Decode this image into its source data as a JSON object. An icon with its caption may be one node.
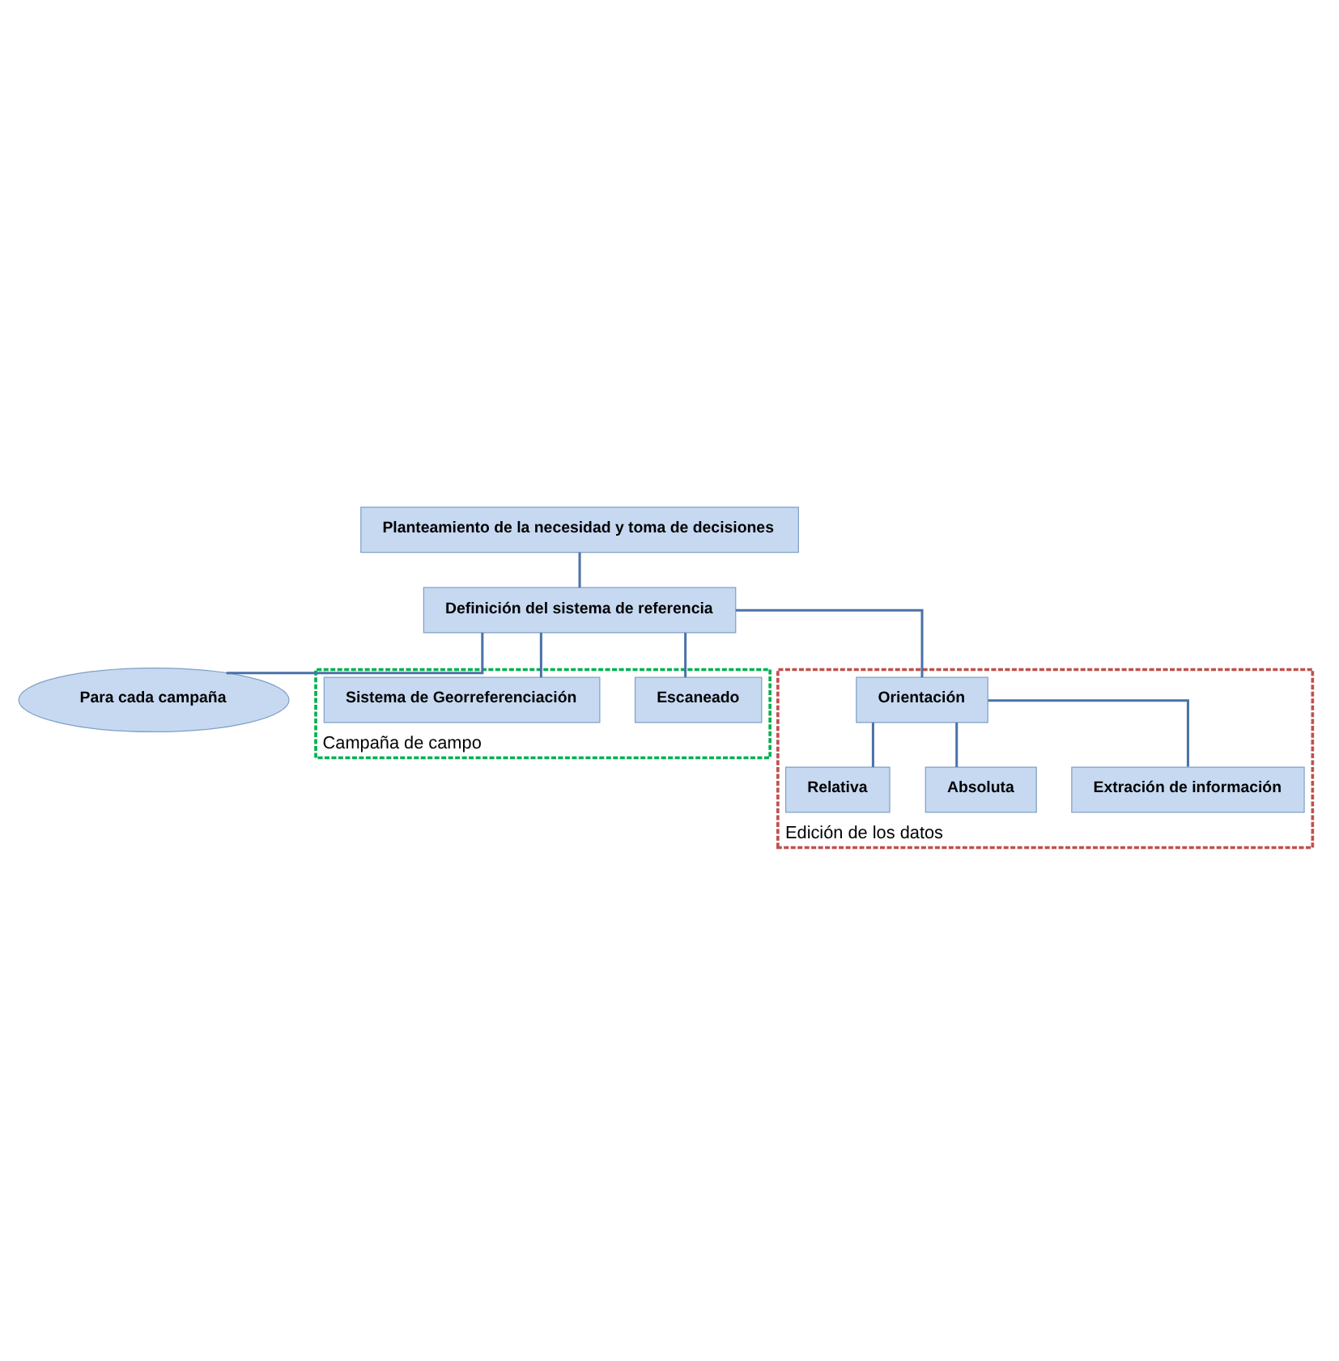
{
  "diagram": {
    "nodes": [
      {
        "text": [
          "Planteamiento de la necesidad y toma de decisiones"
        ]
      },
      {
        "text": [
          "Definición del sistema de referencia"
        ]
      },
      {
        "text": [
          "Para cada campaña"
        ]
      },
      {
        "text": [
          "Campaña de campo"
        ]
      },
      {
        "text": [
          "Escaneado"
        ],
        "in": 3
      },
      {
        "text": [
          "Sistema de Georreferenciación"
        ],
        "in": 3
      },
      {
        "text": [
          "Edición de los datos"
        ]
      },
      {
        "text": [
          "Orientación"
        ],
        "in": 6
      },
      {
        "text": [
          "Relativa"
        ],
        "in": 6
      },
      {
        "text": [
          "Absoluta"
        ],
        "in": 6
      },
      {
        "text": [
          "Extración de información"
        ],
        "in": 6
      }
    ],
    "edges": [
      {
        "from": 0,
        "to": 1,
        "arrow": "none"
      },
      {
        "from": 1,
        "to": 2,
        "arrow": "none"
      },
      {
        "from": 1,
        "to": 4,
        "arrow": "none"
      },
      {
        "from": 1,
        "to": 5,
        "arrow": "none"
      },
      {
        "from": 1,
        "to": 7,
        "arrow": "none"
      },
      {
        "from": 7,
        "to": 8,
        "arrow": "none"
      },
      {
        "from": 7,
        "to": 9,
        "arrow": "none"
      },
      {
        "from": 7,
        "to": 10,
        "arrow": "none"
      }
    ]
  }
}
